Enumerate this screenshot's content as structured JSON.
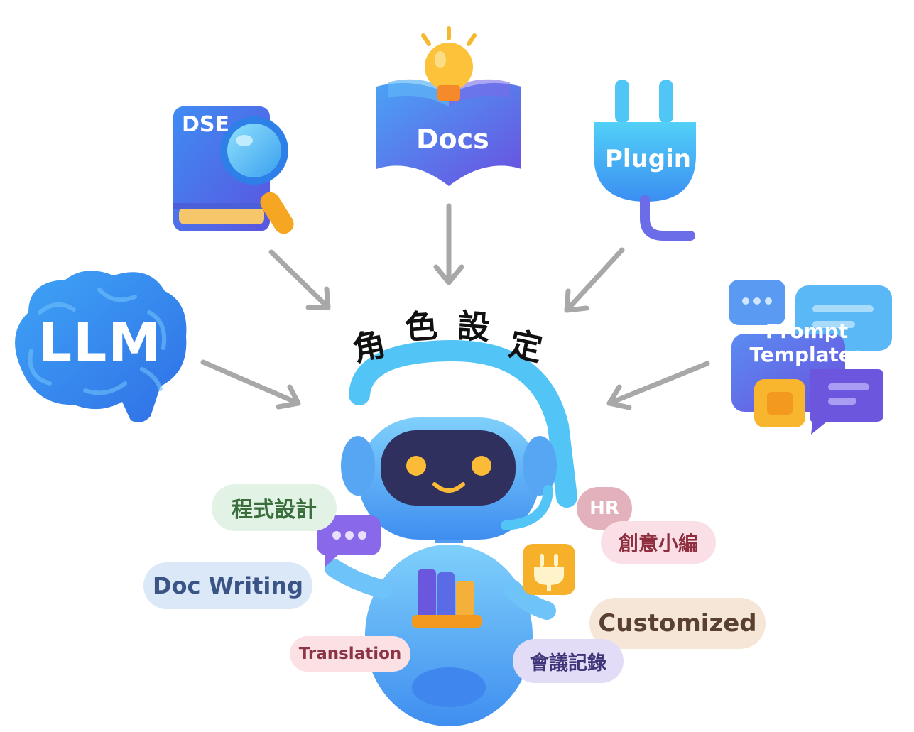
{
  "title": "角色設定",
  "title_chars": [
    "角",
    "色",
    "設",
    "定"
  ],
  "sources": {
    "dse": "DSE",
    "docs": "Docs",
    "plugin": "Plugin",
    "llm": "LLM",
    "prompt_line1": "Prompt",
    "prompt_line2": "Templates"
  },
  "roles": {
    "programming": "程式設計",
    "doc_writing": "Doc Writing",
    "translation": "Translation",
    "hr": "HR",
    "creative_editor": "創意小編",
    "customized": "Customized",
    "meeting_notes": "會議記錄"
  },
  "colors": {
    "blue": "#3d7cf0",
    "purple": "#6b5ce7",
    "cyan": "#4fc3f7",
    "orange": "#f5a623",
    "arrow": "#a8a8a8"
  },
  "icons": [
    "book-search-icon",
    "book-lightbulb-icon",
    "plug-icon",
    "brain-icon",
    "chat-bubbles-icon",
    "robot-icon"
  ]
}
